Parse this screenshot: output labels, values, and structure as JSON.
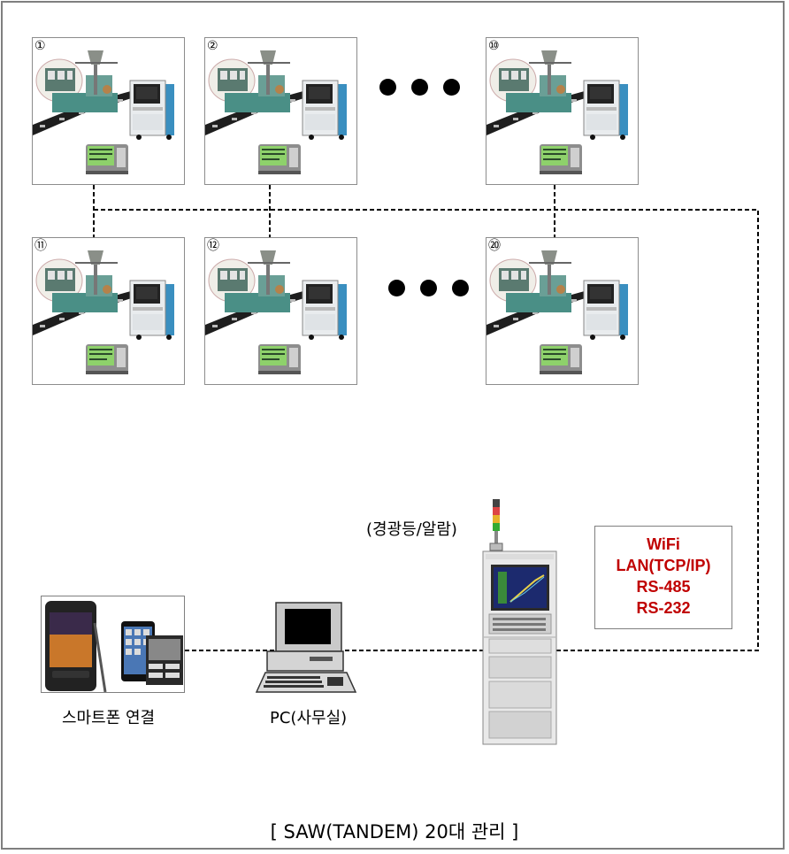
{
  "stations": [
    {
      "num": "①"
    },
    {
      "num": "②"
    },
    {
      "num": "⑩"
    },
    {
      "num": "⑪"
    },
    {
      "num": "⑫"
    },
    {
      "num": "⑳"
    }
  ],
  "labels": {
    "alarm": "(경광등/알람)",
    "smartphone": "스마트폰 연결",
    "pc": "PC(사무실)"
  },
  "protocols": [
    "WiFi",
    "LAN(TCP/IP)",
    "RS-485",
    "RS-232"
  ],
  "caption": "[ SAW(TANDEM) 20대 관리 ]",
  "colors": {
    "protocol_text": "#c00000",
    "machine_blue": "#3a8fc0",
    "machine_teal": "#4a8f86",
    "lcd_green": "#8ed16b"
  },
  "icons": [
    "welding-machine-icon",
    "welder-power-supply-icon",
    "monitor-device-icon",
    "smartphone-icon",
    "desktop-pc-icon",
    "control-cabinet-icon",
    "signal-tower-icon"
  ]
}
